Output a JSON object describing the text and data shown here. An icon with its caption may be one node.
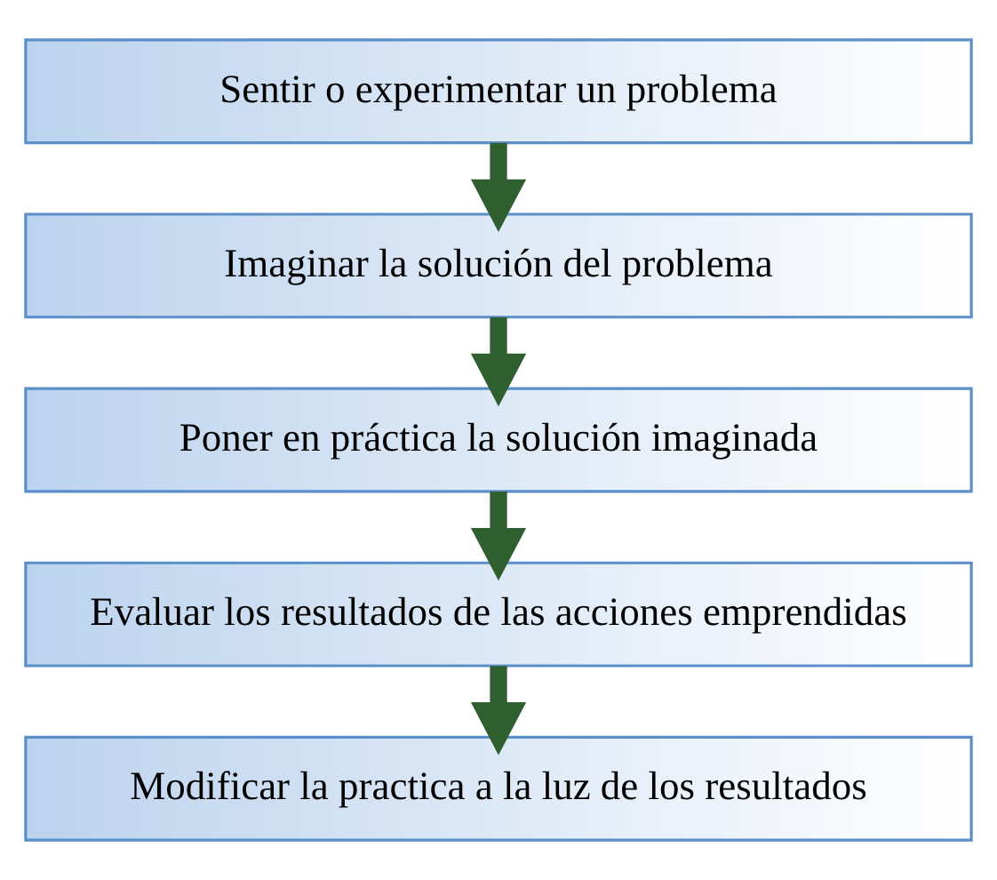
{
  "diagram": {
    "nodes": [
      {
        "text": [
          "Sentir o experimentar un problema"
        ]
      },
      {
        "text": [
          "Imaginar la solución del problema"
        ]
      },
      {
        "text": [
          "Poner en práctica la solución imaginada"
        ]
      },
      {
        "text": [
          "Evaluar los resultados de las acciones emprendidas"
        ]
      },
      {
        "text": [
          "Modificar la practica a la luz de los resultados"
        ]
      }
    ],
    "edges": [
      {
        "from": 0,
        "to": 1,
        "arrow": "to"
      },
      {
        "from": 1,
        "to": 2,
        "arrow": "to"
      },
      {
        "from": 2,
        "to": 3,
        "arrow": "to"
      },
      {
        "from": 3,
        "to": 4,
        "arrow": "to"
      }
    ]
  }
}
